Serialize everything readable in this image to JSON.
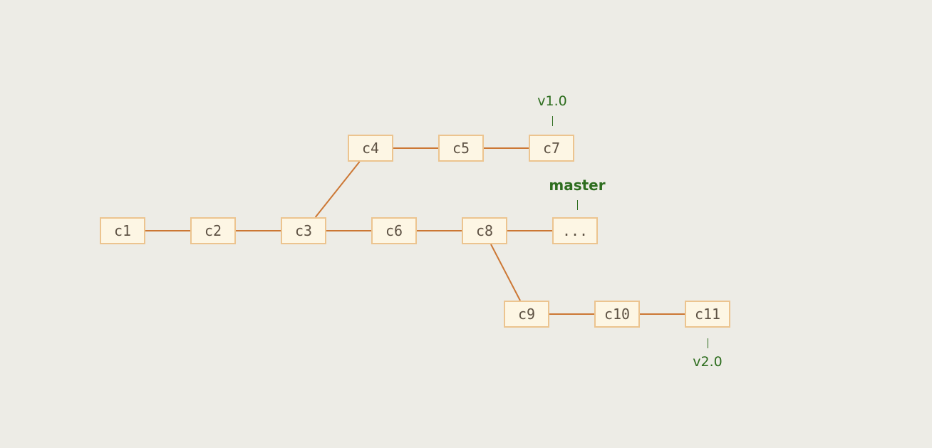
{
  "commits": [
    {
      "id": "c1",
      "label": "c1"
    },
    {
      "id": "c2",
      "label": "c2"
    },
    {
      "id": "c3",
      "label": "c3"
    },
    {
      "id": "c4",
      "label": "c4"
    },
    {
      "id": "c5",
      "label": "c5"
    },
    {
      "id": "c7",
      "label": "c7"
    },
    {
      "id": "c6",
      "label": "c6"
    },
    {
      "id": "c8",
      "label": "c8"
    },
    {
      "id": "dots",
      "label": "..."
    },
    {
      "id": "c9",
      "label": "c9"
    },
    {
      "id": "c10",
      "label": "c10"
    },
    {
      "id": "c11",
      "label": "c11"
    }
  ],
  "edges": [
    [
      "c1",
      "c2"
    ],
    [
      "c2",
      "c3"
    ],
    [
      "c3",
      "c6"
    ],
    [
      "c6",
      "c8"
    ],
    [
      "c8",
      "dots"
    ],
    [
      "c3",
      "c4"
    ],
    [
      "c4",
      "c5"
    ],
    [
      "c5",
      "c7"
    ],
    [
      "c8",
      "c9"
    ],
    [
      "c9",
      "c10"
    ],
    [
      "c10",
      "c11"
    ]
  ],
  "refs": [
    {
      "label": "v1.0",
      "target": "c7",
      "position": "above"
    },
    {
      "label": "master",
      "target": "dots",
      "position": "above",
      "bold": true
    },
    {
      "label": "v2.0",
      "target": "c11",
      "position": "below"
    }
  ],
  "colors": {
    "background": "#edece6",
    "node_fill": "#fdf6e4",
    "node_border": "#ecc48f",
    "edge": "#cc7734",
    "ref_text": "#2d6d1e"
  }
}
